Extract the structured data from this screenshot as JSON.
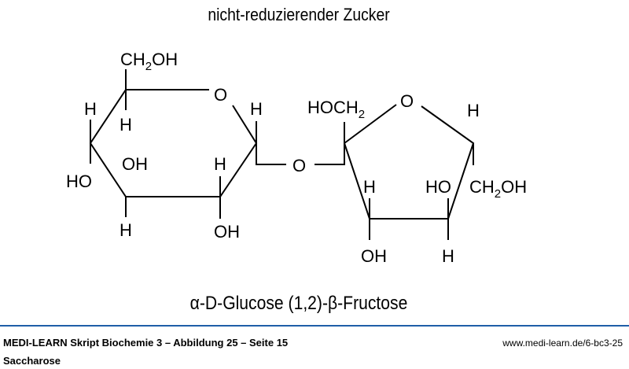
{
  "header": {
    "title": "nicht-reduzierender Zucker"
  },
  "caption": "α-D-Glucose (1,2)-β-Fructose",
  "footer": {
    "source": "MEDI-LEARN Skript Biochemie 3 – Abbildung 25 – Seite 15",
    "name": "Saccharose",
    "url": "www.medi-learn.de/6-bc3-25"
  },
  "labels": {
    "ch2oh_top": [
      "CH",
      "2",
      "OH"
    ],
    "ring_o_glc": "O",
    "h_c5": "H",
    "h_c4": "H",
    "ho_c4": "HO",
    "oh_c3": "OH",
    "h_c3": "H",
    "h_c2": "H",
    "oh_c2": "OH",
    "h_c1": "H",
    "glyco_o": "O",
    "hoch2": [
      "HOCH",
      "2"
    ],
    "ring_o_fru": "O",
    "h_c5f": "H",
    "h_c3f": "H",
    "oh_c3f": "OH",
    "ho_c4f": "HO",
    "h_c4f": "H",
    "ch2oh_fru": [
      "CH",
      "2",
      "OH"
    ]
  },
  "colors": {
    "rule": "#1f5fa8"
  }
}
